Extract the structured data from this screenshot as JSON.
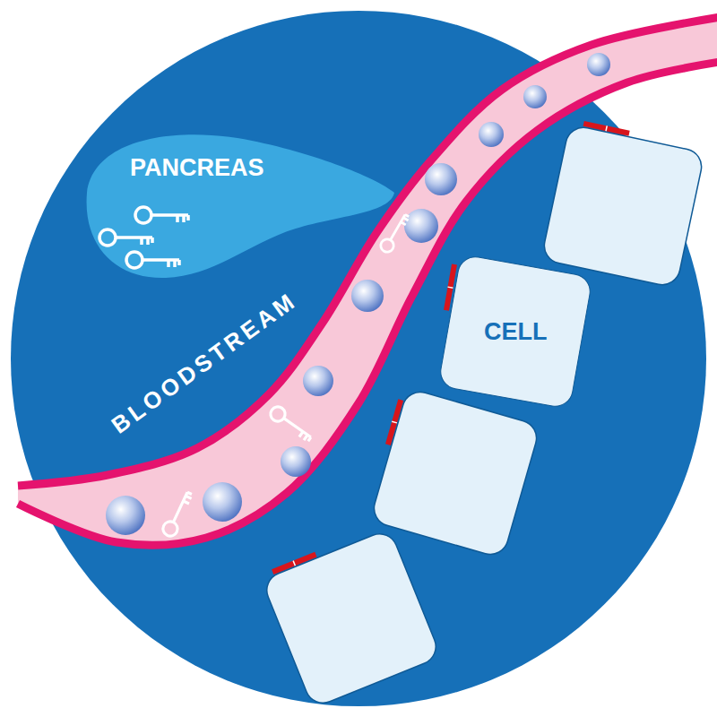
{
  "diagram": {
    "nodes": [
      {
        "text": [
          "PANCREAS"
        ]
      },
      {
        "text": [
          "CELL"
        ]
      }
    ],
    "labels": [
      "BLOODSTREAM"
    ]
  }
}
